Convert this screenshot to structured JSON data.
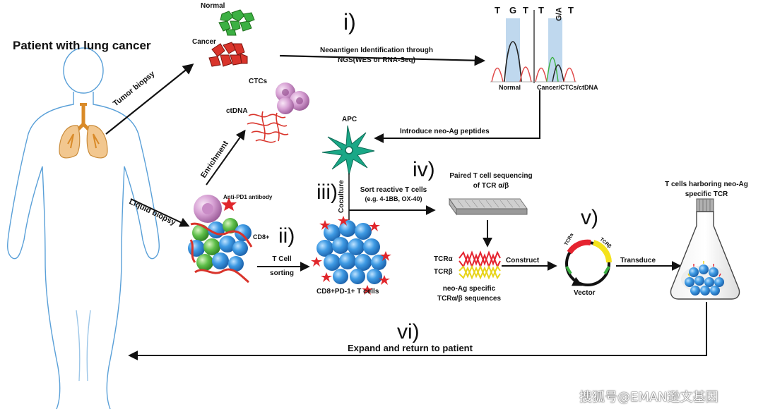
{
  "title": "Patient with lung cancer",
  "tissues": {
    "normal": "Normal",
    "cancer": "Cancer"
  },
  "arrows": {
    "tumor_biopsy": "Tumor biopsy",
    "liquid_biopsy": "Liquid biopsy",
    "enrichment": "Enrichment"
  },
  "blood_components": {
    "ctcs": "CTCs",
    "ctdna": "ctDNA"
  },
  "step_i": {
    "numeral": "i)",
    "line1": "Neoantigen Identification through",
    "line2": "NGS(WES or RNA-Seq)"
  },
  "sequencing": {
    "bases": [
      "T",
      "G",
      "T",
      "T",
      "G/A",
      "T"
    ],
    "normal_label": "Normal",
    "cancer_label": "Cancer/CTCs/ctDNA"
  },
  "apc": {
    "label": "APC",
    "introduce": "Introduce neo-Ag peptides"
  },
  "blood_sample": {
    "antibody": "Anti-PD1 antibody",
    "cd8": "CD8+"
  },
  "step_ii": {
    "numeral": "ii)",
    "line1": "T Cell",
    "line2": "sorting"
  },
  "step_iii": {
    "numeral": "iii)",
    "coculture": "Coculture",
    "line1": "Sort reactive T cells",
    "line2": "(e.g. 4-1BB, OX-40)"
  },
  "pd1_cells": "CD8+PD-1+ T cells",
  "step_iv": {
    "numeral": "iv)",
    "line1": "Paired T cell sequencing",
    "line2": "of TCR α/β"
  },
  "tcr": {
    "alpha": "TCRα",
    "beta": "TCRβ",
    "desc1": "neo-Ag specific",
    "desc2": "TCRα/β sequences",
    "construct": "Construct"
  },
  "step_v": {
    "numeral": "v)",
    "vector": "Vector",
    "tcra": "TCRα",
    "tcrb": "TCRβ",
    "transduce": "Transduce"
  },
  "flask": {
    "line1": "T cells harboring neo-Ag",
    "line2": "specific TCR"
  },
  "step_vi": {
    "numeral": "vi)",
    "label": "Expand and return to patient"
  },
  "watermark": "搜狐号@EMAN逊文基因",
  "colors": {
    "normal_tissue": "#3cb043",
    "cancer_tissue": "#d9342b",
    "t_cell": "#2f8fd8",
    "pd1_star": "#e0262b",
    "apc": "#1aa887",
    "tcr_alpha": "#e5232f",
    "tcr_beta": "#f4e21c",
    "lung": "#f2c78f",
    "ctc": "#c98bc6"
  }
}
